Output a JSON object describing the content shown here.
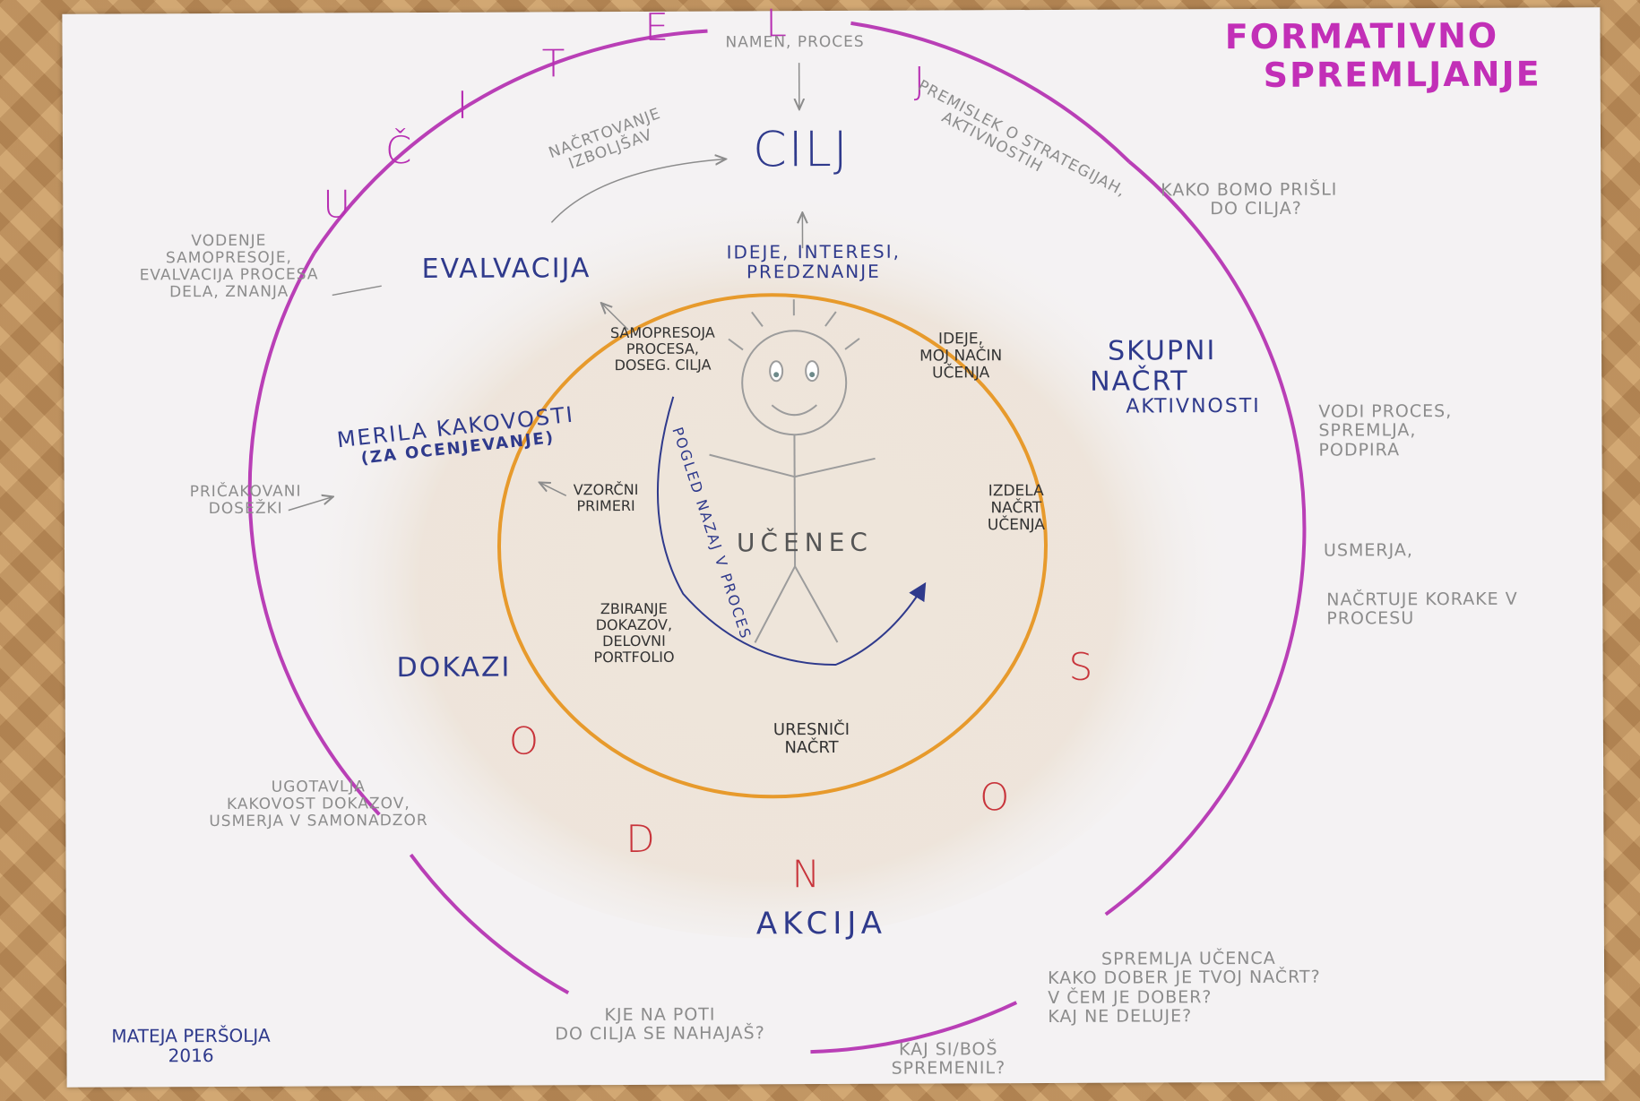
{
  "title": [
    "FORMATIVNO",
    "SPREMLJANJE"
  ],
  "author": [
    "MATEJA PERŠOLJA",
    "2016"
  ],
  "outer_ring_letters": {
    "ucitelj": [
      "U",
      "Č",
      "I",
      "T",
      "E",
      "L",
      "J"
    ],
    "odnos": [
      "O",
      "D",
      "N",
      "O",
      "S"
    ]
  },
  "outer_labels": {
    "namen": "NAMEN, PROCES",
    "cilj": "CILJ",
    "nacrtovanje": [
      "NAČRTOVANJE",
      "IZBOLJŠAV"
    ],
    "premislek": [
      "PREMISLEK O STRATEGIJAH,",
      "AKTIVNOSTIH"
    ],
    "kako": [
      "KAKO BOMO PRIŠLI",
      "DO CILJA?"
    ],
    "vodenje": [
      "VODENJE",
      "SAMOPRESOJE,",
      "EVALVACIJA PROCESA",
      "DELA, ZNANJA"
    ],
    "evalvacija": "EVALVACIJA",
    "ideje_interesi": [
      "IDEJE, INTERESI,",
      "PREDZNANJE"
    ],
    "skupni": [
      "SKUPNI",
      "NAČRT",
      "AKTIVNOSTI"
    ],
    "vodi": [
      "VODI PROCES,",
      "SPREMLJA,",
      "PODPIRA"
    ],
    "usmerja": "USMERJA,",
    "nacrtuje": [
      "NAČRTUJE KORAKE V",
      "PROCESU"
    ],
    "merila": [
      "MERILA KAKOVOSTI",
      "(ZA OCENJEVANJE)"
    ],
    "pricakovani": [
      "PRIČAKOVANI",
      "DOSEŽKI"
    ],
    "dokazi": "DOKAZI",
    "ugotavlja": [
      "UGOTAVLJA",
      "KAKOVOST DOKAZOV,",
      "USMERJA V SAMONADZOR"
    ],
    "akcija": "AKCIJA",
    "kje": [
      "KJE NA POTI",
      "DO CILJA SE NAHAJAŠ?"
    ],
    "kaj_si": [
      "KAJ SI/BOŠ",
      "SPREMENIL?"
    ],
    "spremlja": [
      "SPREMLJA UČENCA",
      "KAKO DOBER JE TVOJ NAČRT?",
      "V ČEM JE DOBER?",
      "KAJ NE DELUJE?"
    ]
  },
  "inner_labels": {
    "samopresoja": [
      "SAMOPRESOJA",
      "PROCESA,",
      "DOSEG. CILJA"
    ],
    "ideje_moj": [
      "IDEJE,",
      "MOJ NAČIN",
      "UČENJA"
    ],
    "vzorcni": [
      "VZORČNI",
      "PRIMERI"
    ],
    "izdela": [
      "IZDELA",
      "NAČRT",
      "UČENJA"
    ],
    "zbiranje": [
      "ZBIRANJE",
      "DOKAZOV,",
      "DELOVNI",
      "PORTFOLIO"
    ],
    "uresnici": [
      "URESNIČI",
      "NAČRT"
    ],
    "ucenec": "UČENEC",
    "pogled": "POGLED NAZAJ V PROCES"
  },
  "colors": {
    "outer_ring": "#b93fb6",
    "inner_ring": "#e79a2c",
    "ink_blue": "#2f3a8c",
    "pencil": "#8c8c8c",
    "red_letters": "#c8343b",
    "title": "#c22fb7",
    "paper": "#f4f2f3"
  }
}
